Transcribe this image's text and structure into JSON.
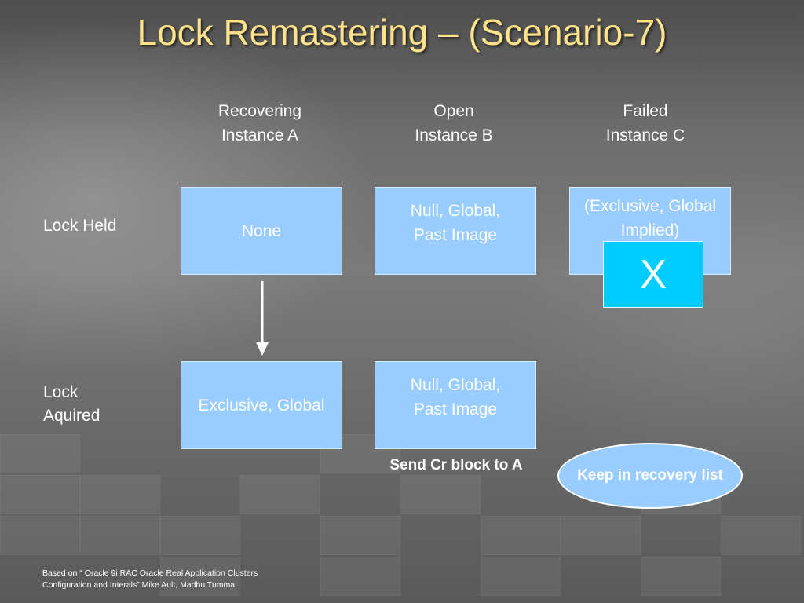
{
  "title": "Lock Remastering – (Scenario-7)",
  "columns": [
    {
      "line1": "Recovering",
      "line2": "Instance A"
    },
    {
      "line1": "Open",
      "line2": "Instance B"
    },
    {
      "line1": "Failed",
      "line2": "Instance C"
    }
  ],
  "rows": {
    "held": {
      "line1": "Lock Held"
    },
    "acquired": {
      "line1": "Lock",
      "line2": "Aquired"
    }
  },
  "boxes": {
    "held_a": {
      "line1": "None"
    },
    "held_b": {
      "line1": "Null, Global,",
      "line2": "Past Image"
    },
    "held_c": {
      "line1": "(Exclusive, Global",
      "line2": "Implied)"
    },
    "failed_marker": "X",
    "acquired_a": {
      "line1": "Exclusive, Global"
    },
    "acquired_b": {
      "line1": "Null, Global,",
      "line2": "Past Image"
    }
  },
  "notes": {
    "send": "Send Cr block to A",
    "recovery": "Keep in recovery list"
  },
  "footnote": {
    "line1": "Based on “ Oracle 9i RAC Oracle Real Application Clusters",
    "line2": "Configuration and Interals”  Mike Ault, Madhu Tumma"
  },
  "colors": {
    "title": "#ffe38a",
    "box_fill": "#99ccff",
    "marker_fill": "#00ccff",
    "text": "#ffffff"
  }
}
